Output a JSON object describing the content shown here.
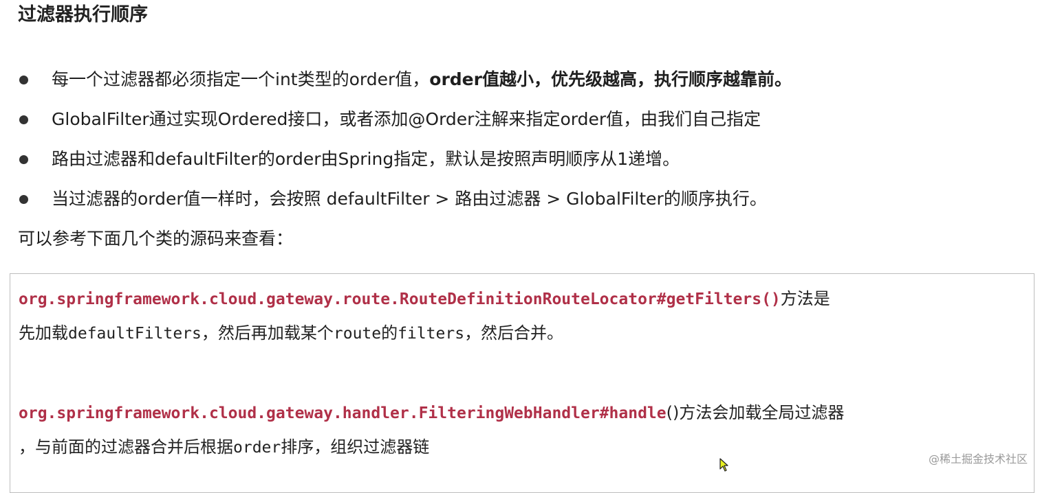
{
  "title": "过滤器执行顺序",
  "bullets": [
    {
      "text": "每一个过滤器都必须指定一个int类型的order值，",
      "bold": "order值越小，优先级越高，执行顺序越靠前。"
    },
    {
      "text": "GlobalFilter通过实现Ordered接口，或者添加@Order注解来指定order值，由我们自己指定"
    },
    {
      "text": "路由过滤器和defaultFilter的order由Spring指定，默认是按照声明顺序从1递增。"
    },
    {
      "text": "当过滤器的order值一样时，会按照 defaultFilter > 路由过滤器 > GlobalFilter的顺序执行。"
    }
  ],
  "note": "可以参考下面几个类的源码来查看：",
  "code_box": {
    "block1": {
      "ref": "org.springframework.cloud.gateway.route.RouteDefinitionRouteLocator#getFilters()",
      "ref_tail": "方法是",
      "line2_a": "先加载",
      "line2_b": "defaultFilters",
      "line2_c": "，然后再加载某个",
      "line2_d": "route",
      "line2_e": "的",
      "line2_f": "filters",
      "line2_g": "，然后合并。"
    },
    "block2": {
      "ref": "org.springframework.cloud.gateway.handler.FilteringWebHandler#handle",
      "ref_tail": "()方法会加载全局过滤器",
      "line2_a": "，与前面的过滤器合并后根据",
      "line2_b": "order",
      "line2_c": "排序，组织过滤器链"
    }
  },
  "watermark": "@稀土掘金技术社区",
  "colors": {
    "ref_text": "#b03048",
    "watermark": "#9a9a9a"
  },
  "icons": {
    "cursor": "mouse-pointer-icon"
  }
}
